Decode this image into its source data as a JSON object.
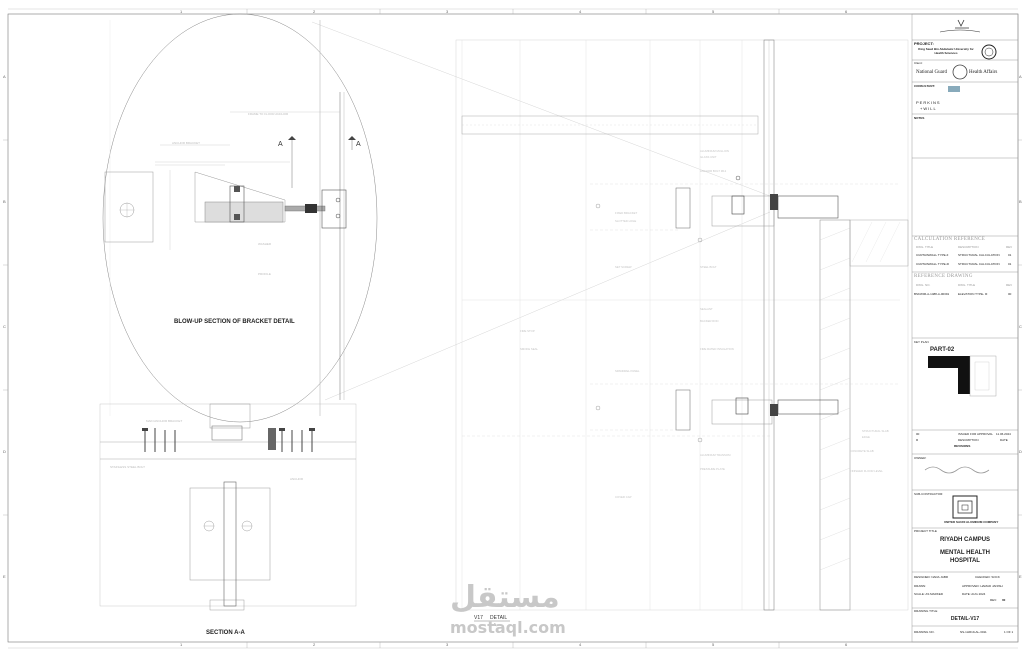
{
  "grid": {
    "columns": [
      "1",
      "2",
      "3",
      "4",
      "5",
      "6"
    ],
    "rows": [
      "A",
      "B",
      "C",
      "D",
      "E"
    ]
  },
  "drawing": {
    "blowup_title": "BLOW-UP SECTION OF BRACKET DETAIL",
    "section_label_1": "A",
    "section_label_2": "A",
    "section_aa_title": "SECTION A-A",
    "detail_title": "V17",
    "detail_title_2": "DETAIL",
    "detail_scale": "1 : 5"
  },
  "title_block": {
    "project_label": "PROJECT:",
    "project_name": "King Saud Bin Abdulaziz University for Health Sciences",
    "client_label": "Client:",
    "client_name_1": "National Guard",
    "client_name_2": "Health Affairs",
    "consultant_label": "CONSULTANT:",
    "architect_1": "PERKINS",
    "architect_2": "+WILL",
    "notes_label": "NOTES",
    "calc_ref_title": "CALCULATION REFERENCE",
    "calc_headers": [
      "DWG. TITLE",
      "DESCRIPTION",
      "REV"
    ],
    "calc_rows": [
      [
        "CURTAINWALL TYPE-II",
        "STRUCTURAL CALCULATION",
        "01"
      ],
      [
        "CURTAINWALL TYPE-III",
        "STRUCTURAL CALCULATION",
        "01"
      ]
    ],
    "ref_dwg_title": "REFERENCE DRAWING",
    "ref_headers": [
      "DWG. NO.",
      "DWG. TITLE",
      "REV"
    ],
    "ref_rows": [
      [
        "BSKW06-A-1488-A-00391",
        "ELEVATION TYPE- III",
        "00"
      ]
    ],
    "key_plan_label": "KEY PLAN",
    "part_label": "PART-02",
    "rev_headers": [
      "R",
      "DESCRIPTION",
      "DATE"
    ],
    "rev_row": [
      "00",
      "ISSUED FOR APPROVAL",
      "11.06.2024"
    ],
    "revisions_label": "REVISIONS",
    "owner_label": "OWNER:",
    "subcontractor_label": "SUB-CONTRACTOR:",
    "subcontractor_name": "UNITED SAUDI ALUMINUM COMPANY",
    "project_title_label": "PROJECT TITLE",
    "project_title_1": "RIYADH CAMPUS",
    "project_title_2": "MENTAL HEALTH",
    "project_title_3": "HOSPITAL",
    "designed_by": "DESIGNED: NADA JABR",
    "checked_by": "CHECKED: SOCK",
    "drawn_label": "DRAWN:",
    "approved_label": "APPROVED: HAMAD JANISH",
    "scale_label": "SCALE: AS MARKED",
    "date_label": "DATE: AUG 2024",
    "rev_label": "REV:",
    "rev_value": "00",
    "drawing_title_label": "DRAWING TITLE",
    "drawing_title": "DETAIL-V17",
    "drawing_number_label": "DRAWING NO.",
    "drawing_number": "NS-1HR19-AL-3011",
    "sheet_label": "1 OF 1"
  },
  "watermark": {
    "arabic": "مستقل",
    "latin": "mostaql.com"
  }
}
